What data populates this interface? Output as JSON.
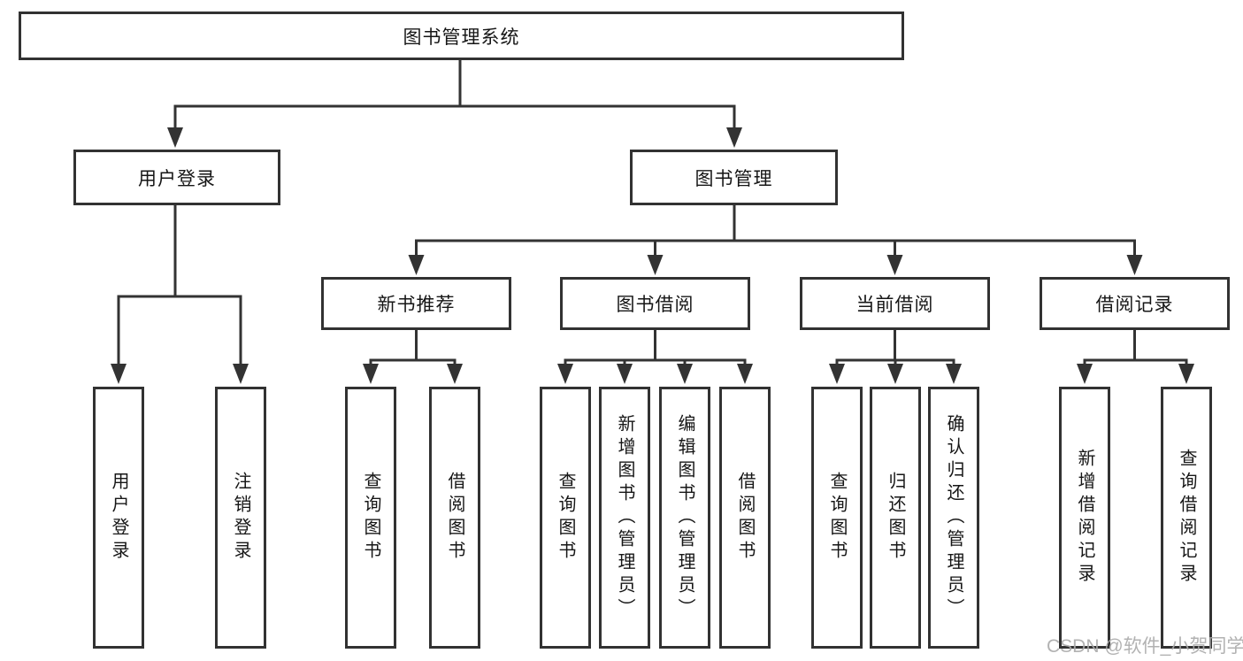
{
  "diagram": {
    "root": {
      "label": "图书管理系统"
    },
    "level2": [
      {
        "label": "用户登录"
      },
      {
        "label": "图书管理"
      }
    ],
    "level3": [
      {
        "label": "新书推荐"
      },
      {
        "label": "图书借阅"
      },
      {
        "label": "当前借阅"
      },
      {
        "label": "借阅记录"
      }
    ],
    "leaves": {
      "user_login": [
        {
          "label": "用户登录"
        },
        {
          "label": "注销登录"
        }
      ],
      "new_book_recommendation": [
        {
          "label": "查询图书"
        },
        {
          "label": "借阅图书"
        }
      ],
      "book_borrowing": [
        {
          "label": "查询图书"
        },
        {
          "label": "新增图书（管理员）"
        },
        {
          "label": "编辑图书（管理员）"
        },
        {
          "label": "借阅图书"
        }
      ],
      "current_borrowing": [
        {
          "label": "查询图书"
        },
        {
          "label": "归还图书"
        },
        {
          "label": "确认归还（管理员）"
        }
      ],
      "borrowing_records": [
        {
          "label": "新增借阅记录"
        },
        {
          "label": "查询借阅记录"
        }
      ]
    }
  },
  "watermark": {
    "text": "CSDN @软件_小贺同学"
  },
  "colors": {
    "line": "#333333",
    "text": "#161616",
    "watermark": "#b6b6b6",
    "background": "#ffffff"
  }
}
